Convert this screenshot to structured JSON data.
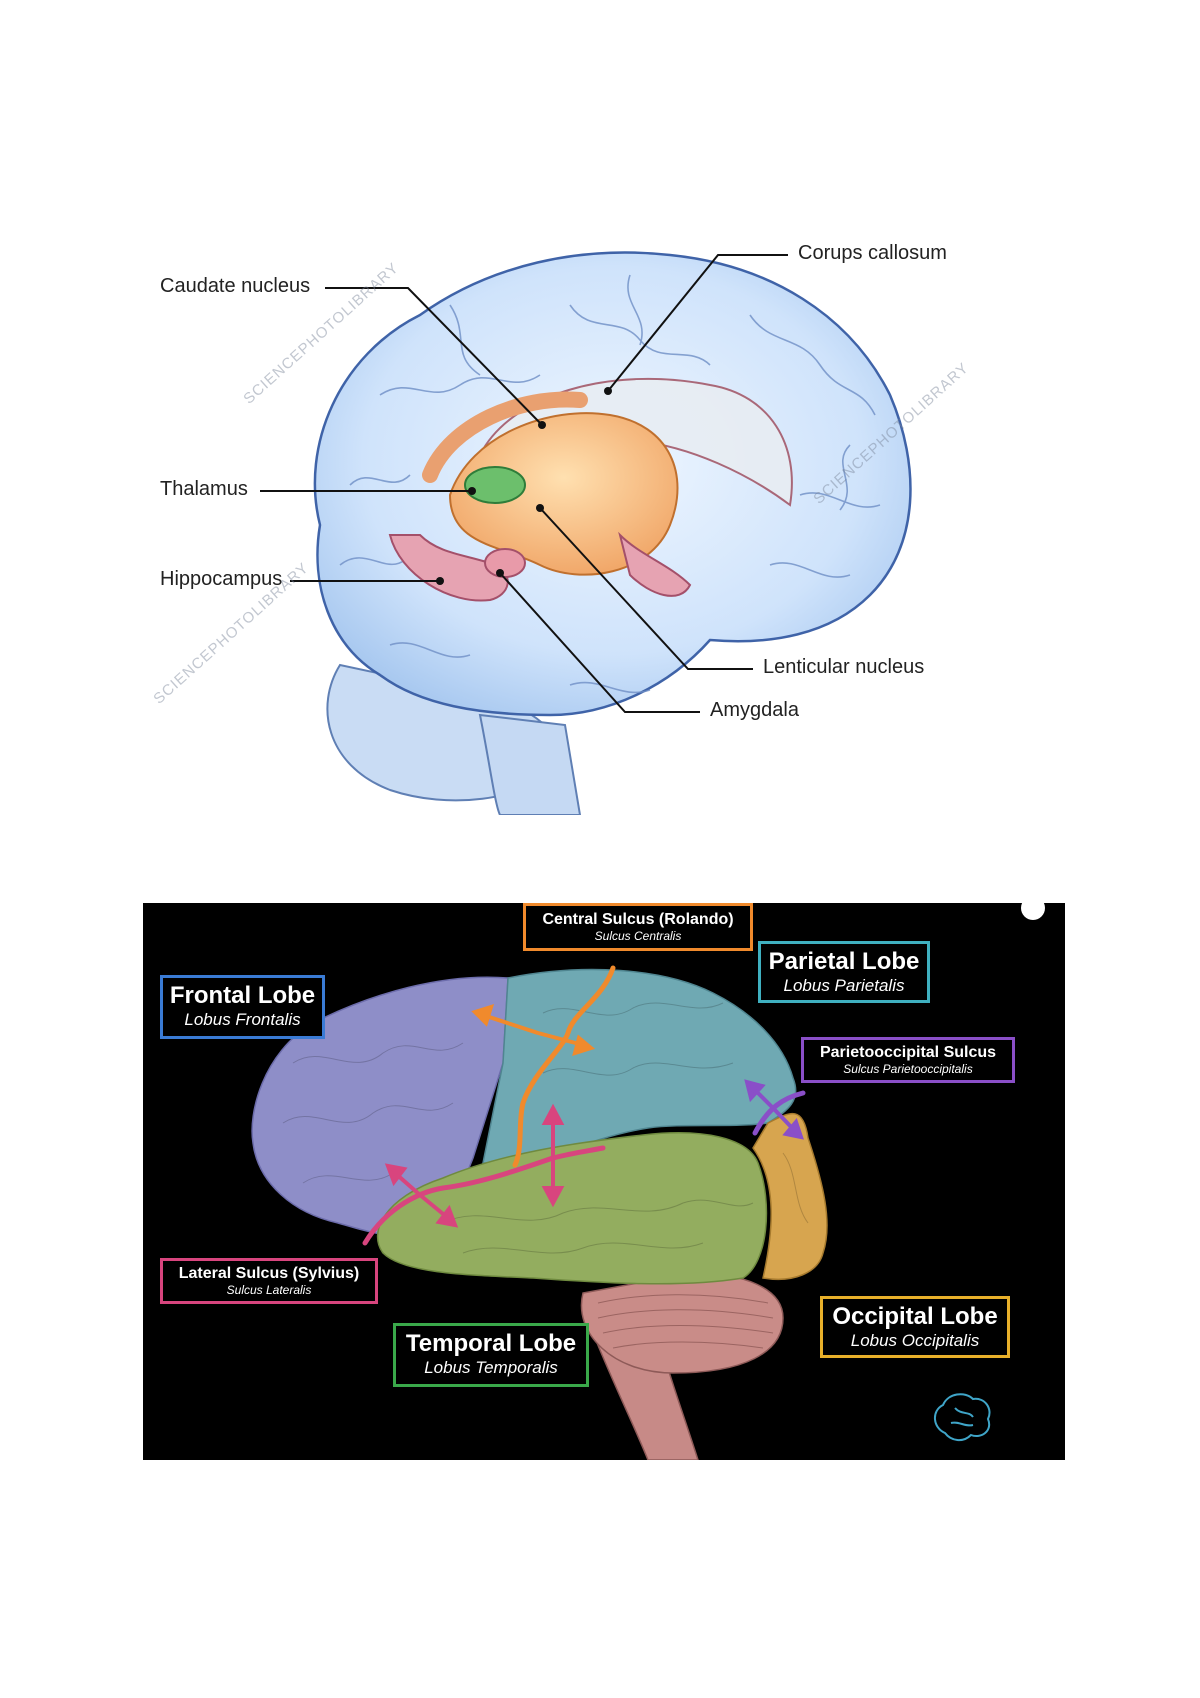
{
  "figure1": {
    "labels": {
      "caudate": "Caudate nucleus",
      "thalamus": "Thalamus",
      "hippocampus": "Hippocampus",
      "corpus": "Corups callosum",
      "lenticular": "Lenticular nucleus",
      "amygdala": "Amygdala"
    },
    "watermark": "SCIENCEPHOTOLIBRARY"
  },
  "figure2": {
    "frontal": {
      "title": "Frontal Lobe",
      "latin": "Lobus Frontalis",
      "color": "#3a7bd5"
    },
    "central": {
      "title": "Central Sulcus (Rolando)",
      "latin": "Sulcus Centralis",
      "color": "#f08a2c"
    },
    "parietal": {
      "title": "Parietal Lobe",
      "latin": "Lobus Parietalis",
      "color": "#3fb0c0"
    },
    "parieto": {
      "title": "Parietooccipital Sulcus",
      "latin": "Sulcus Parietooccipitalis",
      "color": "#8a4fc8"
    },
    "lateral": {
      "title": "Lateral Sulcus (Sylvius)",
      "latin": "Sulcus Lateralis",
      "color": "#d8457e"
    },
    "temporal": {
      "title": "Temporal Lobe",
      "latin": "Lobus Temporalis",
      "color": "#3aa84a"
    },
    "occipital": {
      "title": "Occipital Lobe",
      "latin": "Lobus Occipitalis",
      "color": "#e8b02a"
    }
  }
}
